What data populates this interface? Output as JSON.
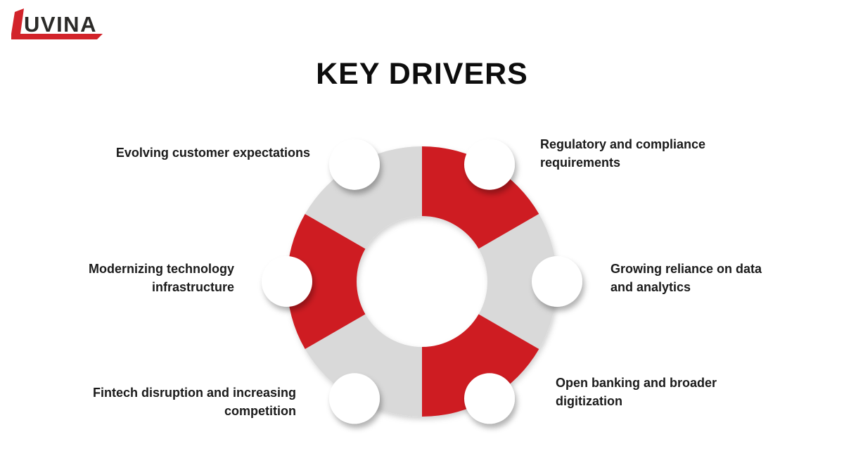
{
  "page": {
    "background": "#ffffff"
  },
  "logo": {
    "text": "UVINA",
    "mark": "red-angle-l-with-underline",
    "mark_color": "#d2232a",
    "text_color": "#2b2a28"
  },
  "title": "KEY DRIVERS",
  "colors": {
    "red": "#ce1c23",
    "gray": "#d9d9d9",
    "circle": "#ffffff",
    "label_text": "#1a1a1a"
  },
  "diagram": {
    "type": "segmented-ring",
    "segment_count": 6,
    "segment_angle_deg": 60,
    "start_angle_deg": 0,
    "outer_radius": 192,
    "inner_radius": 93,
    "node_radius": 36,
    "segments": [
      {
        "position": "top-right",
        "color": "red",
        "label": "Regulatory and compliance\nrequirements"
      },
      {
        "position": "right",
        "color": "gray",
        "label": "Growing reliance on data\nand analytics"
      },
      {
        "position": "bottom-right",
        "color": "red",
        "label": "Open banking and broader\ndigitization"
      },
      {
        "position": "bottom-left",
        "color": "gray",
        "label": "Fintech disruption and increasing\ncompetition"
      },
      {
        "position": "left",
        "color": "red",
        "label": "Modernizing technology\ninfrastructure"
      },
      {
        "position": "top-left",
        "color": "gray",
        "label": "Evolving customer expectations"
      }
    ]
  }
}
